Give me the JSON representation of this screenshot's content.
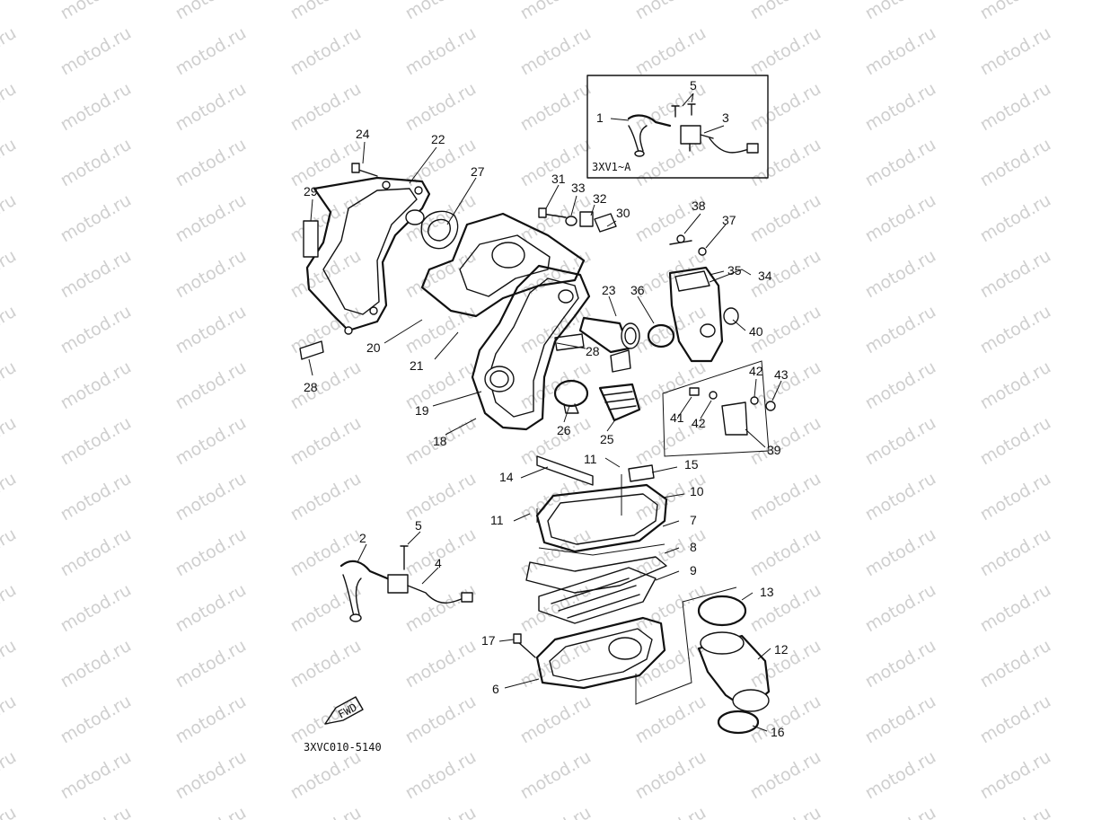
{
  "watermark": {
    "text": "motod.ru"
  },
  "variant": {
    "label": "3XV1~A"
  },
  "fwd": {
    "label": "FWD"
  },
  "drawing_code": "3XVC010-5140",
  "parts": [
    {
      "no": "1"
    },
    {
      "no": "2"
    },
    {
      "no": "3"
    },
    {
      "no": "4"
    },
    {
      "no": "5"
    },
    {
      "no": "5"
    },
    {
      "no": "6"
    },
    {
      "no": "7"
    },
    {
      "no": "8"
    },
    {
      "no": "9"
    },
    {
      "no": "10"
    },
    {
      "no": "11"
    },
    {
      "no": "11"
    },
    {
      "no": "12"
    },
    {
      "no": "13"
    },
    {
      "no": "14"
    },
    {
      "no": "15"
    },
    {
      "no": "16"
    },
    {
      "no": "17"
    },
    {
      "no": "18"
    },
    {
      "no": "19"
    },
    {
      "no": "20"
    },
    {
      "no": "21"
    },
    {
      "no": "22"
    },
    {
      "no": "23"
    },
    {
      "no": "24"
    },
    {
      "no": "25"
    },
    {
      "no": "26"
    },
    {
      "no": "27"
    },
    {
      "no": "28"
    },
    {
      "no": "28"
    },
    {
      "no": "29"
    },
    {
      "no": "30"
    },
    {
      "no": "31"
    },
    {
      "no": "32"
    },
    {
      "no": "33"
    },
    {
      "no": "34"
    },
    {
      "no": "35"
    },
    {
      "no": "36"
    },
    {
      "no": "37"
    },
    {
      "no": "38"
    },
    {
      "no": "39"
    },
    {
      "no": "40"
    },
    {
      "no": "41"
    },
    {
      "no": "42"
    },
    {
      "no": "42"
    },
    {
      "no": "43"
    }
  ]
}
